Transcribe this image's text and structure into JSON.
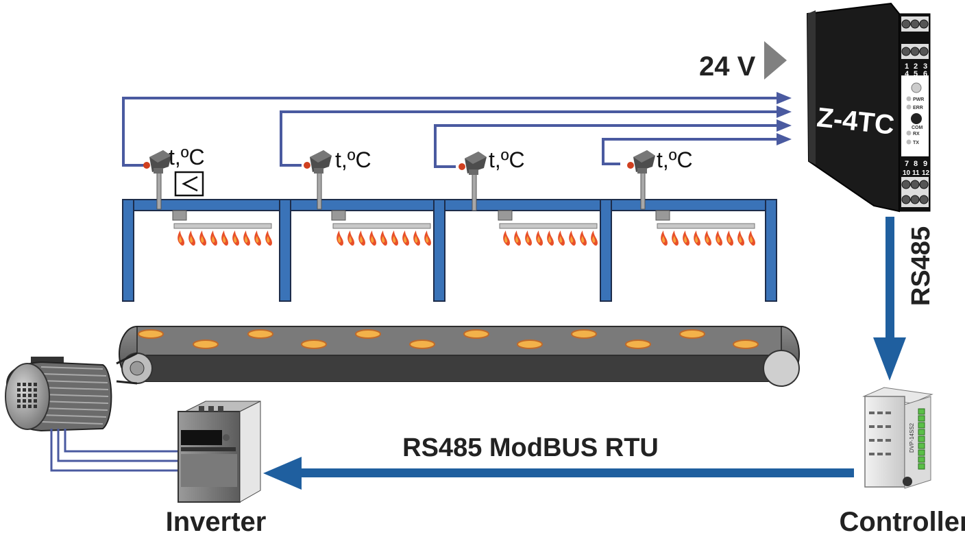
{
  "labels": {
    "supply": "24 V",
    "device": "Z-4TC",
    "rs485": "RS485",
    "bus": "RS485 ModBUS RTU",
    "inverter": "Inverter",
    "controller": "Controller",
    "sensor_unit": "t,ºC",
    "plc_model": "DVP-14SS2"
  },
  "device_panel": {
    "top_terminals": [
      "1",
      "2",
      "3",
      "4",
      "5",
      "6"
    ],
    "bottom_terminals": [
      "7",
      "8",
      "9",
      "10",
      "11",
      "12"
    ],
    "leds": [
      "PWR",
      "ERR",
      "COM",
      "RX",
      "TX"
    ]
  },
  "colors": {
    "wire": "#4a5aa0",
    "frame": "#3a73b8",
    "arrow": "#1f5f9f",
    "device_body": "#1a1a1a",
    "flame": "#e8502a",
    "belt": "#6b6b6b"
  }
}
